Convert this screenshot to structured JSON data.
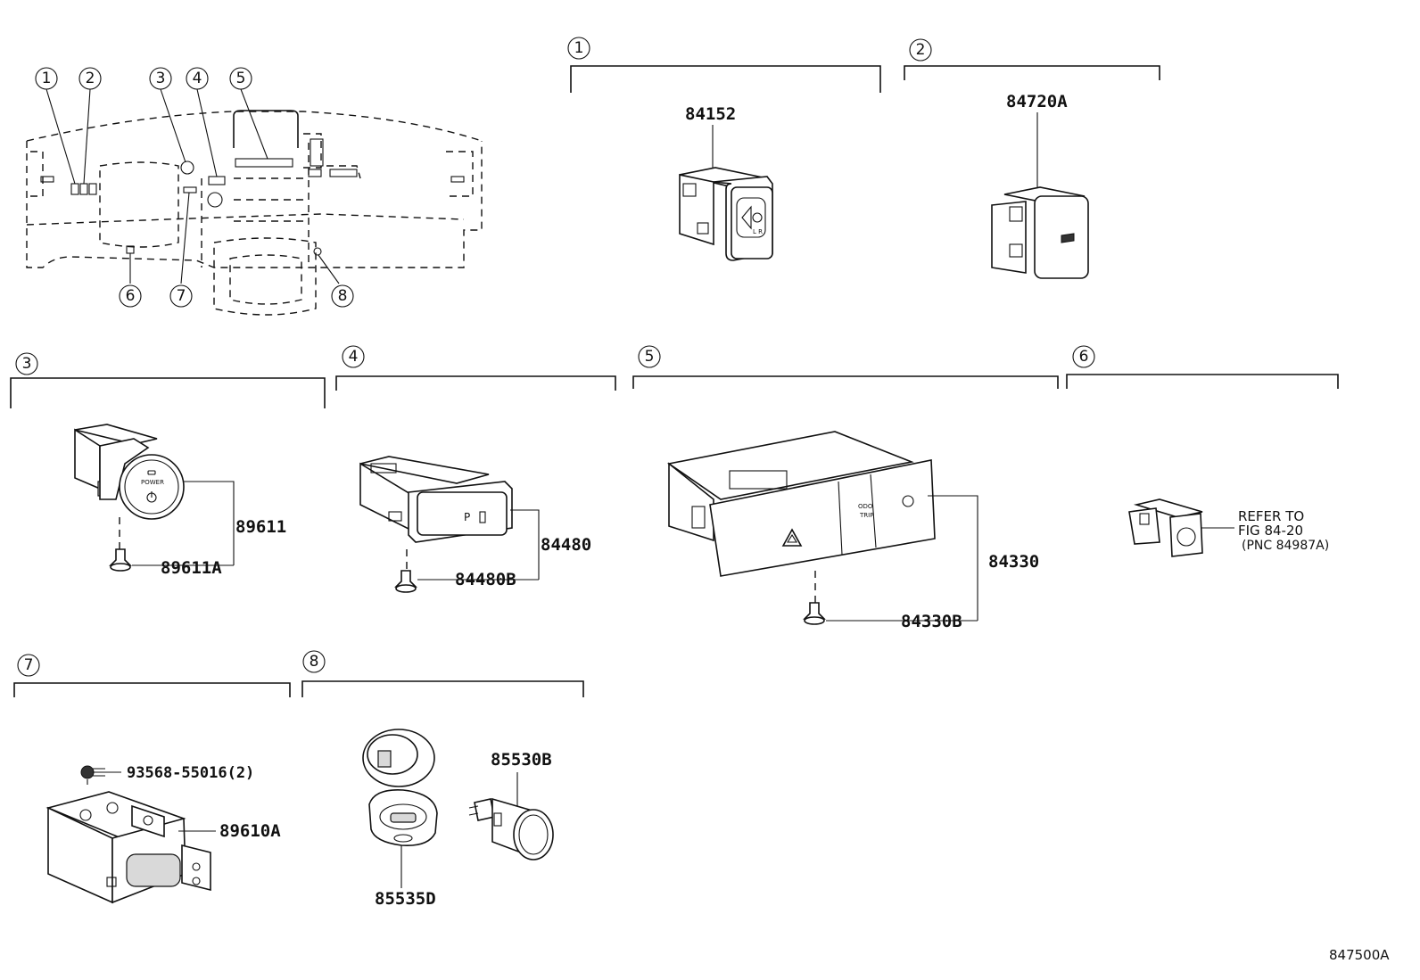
{
  "callouts": {
    "c1": "1",
    "c2": "2",
    "c3": "3",
    "c4": "4",
    "c5": "5",
    "c6": "6",
    "c7": "7",
    "c8": "8"
  },
  "parts": {
    "p84152": "84152",
    "p84720A": "84720A",
    "p89611": "89611",
    "p89611A": "89611A",
    "p84480": "84480",
    "p84480B": "84480B",
    "p84330": "84330",
    "p84330B": "84330B",
    "p93568": "93568-55016(2)",
    "p89610A": "89610A",
    "p85530B": "85530B",
    "p85535D": "85535D"
  },
  "switch_text": {
    "power": "POWER",
    "odo": "ODO",
    "trip": "TRIP",
    "gear_p": "P"
  },
  "refer_note": {
    "line1": "REFER TO",
    "line2": "FIG 84-20",
    "line3": "(PNC 84987A)"
  },
  "figure_id": "847500A"
}
